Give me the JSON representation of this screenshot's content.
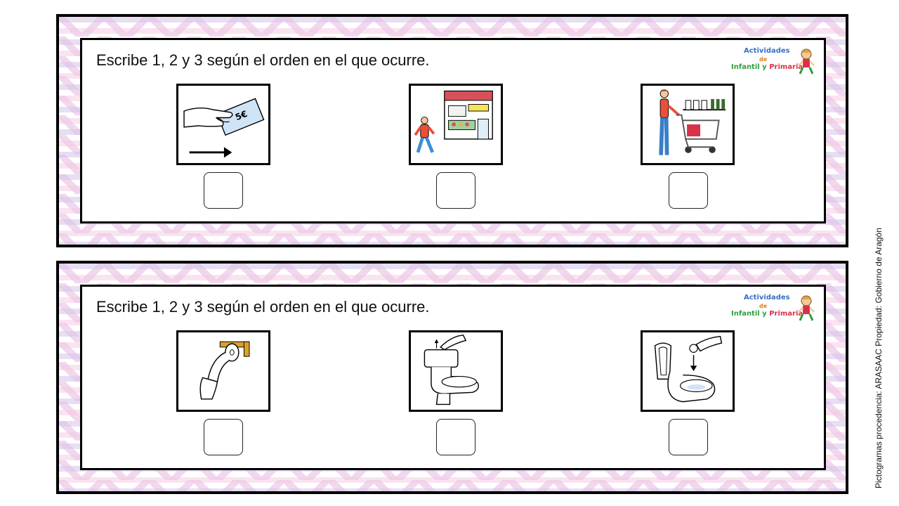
{
  "cards": [
    {
      "instruction": "Escribe 1, 2 y 3 según el orden en el que ocurre.",
      "logo": {
        "line1": "Actividades",
        "line2": "de",
        "line3a": "Infantil y ",
        "line3b": "Primaria"
      },
      "pictograms": [
        {
          "icon": "paying-money-icon",
          "label": "5€"
        },
        {
          "icon": "walking-to-shop-icon"
        },
        {
          "icon": "shopping-cart-icon"
        }
      ]
    },
    {
      "instruction": "Escribe 1, 2 y 3 según el orden en el que ocurre.",
      "logo": {
        "line1": "Actividades",
        "line2": "de",
        "line3a": "Infantil y ",
        "line3b": "Primaria"
      },
      "pictograms": [
        {
          "icon": "toilet-paper-icon"
        },
        {
          "icon": "flush-toilet-icon"
        },
        {
          "icon": "throw-paper-in-toilet-icon"
        }
      ]
    }
  ],
  "credit": "Pictogramas procedencia: ARASAAC Propiedad: Gobierno de Aragón",
  "colors": {
    "border": "#000000",
    "zigzag_pink": "#f0d8ee",
    "zigzag_lilac": "#d6c4e8"
  }
}
